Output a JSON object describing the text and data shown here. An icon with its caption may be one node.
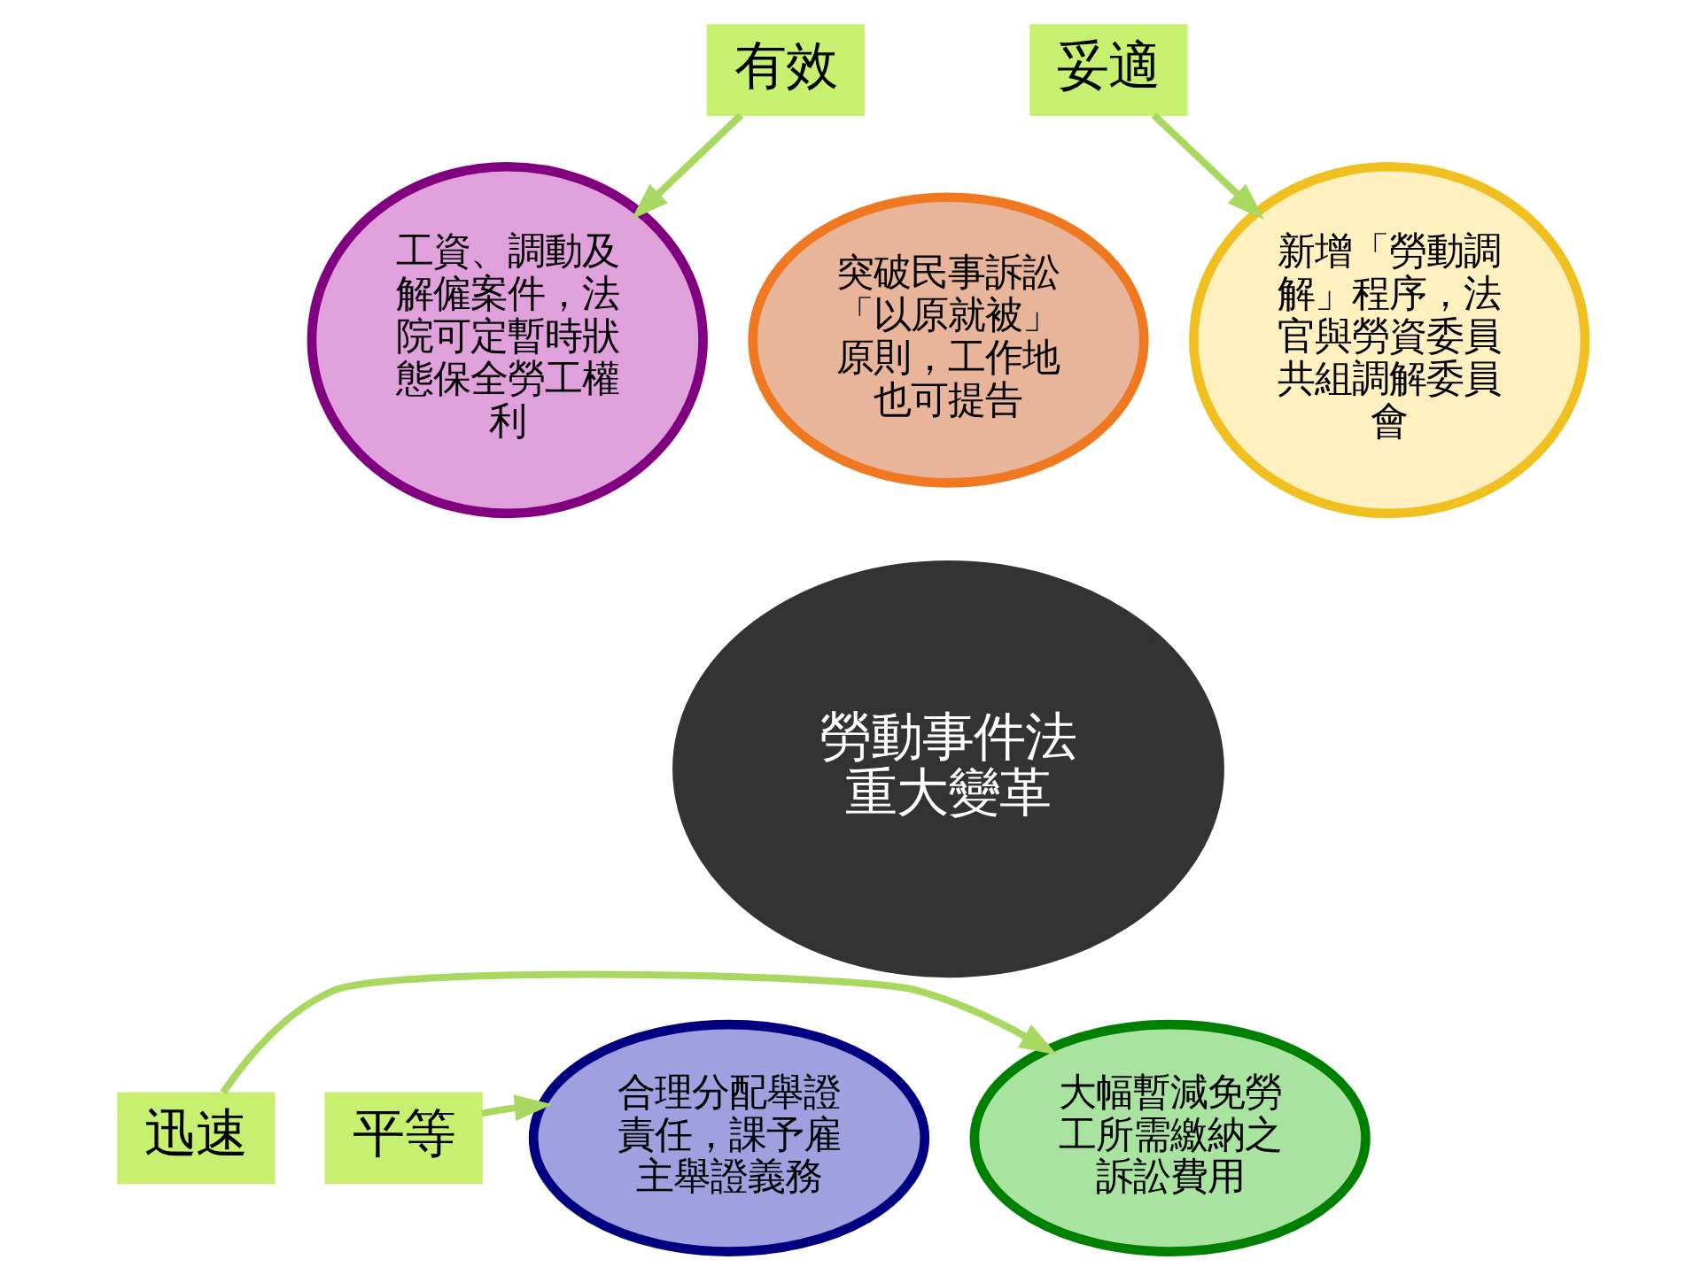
{
  "diagram": {
    "nodes": [
      {
        "text": [
          "勞動事件法重大變革"
        ]
      },
      {
        "text": [
          "突破民事訴訟「以原就被」原則，工作地也可提告"
        ]
      },
      {
        "text": [
          "工資、調動及解僱案件，法院可定暫時狀態保全勞工權利"
        ]
      },
      {
        "text": [
          "新增「勞動調解」程序，法官與勞資委員共組調解委員會"
        ]
      },
      {
        "text": [
          "合理分配舉證責任，課予雇主舉證義務"
        ]
      },
      {
        "text": [
          "大幅暫減免勞工所需繳納之訴訟費用"
        ]
      },
      {
        "text": [
          "有效"
        ]
      },
      {
        "text": [
          "妥適"
        ]
      },
      {
        "text": [
          "平等"
        ]
      },
      {
        "text": [
          "迅速"
        ]
      }
    ],
    "edges": [
      {
        "from": 6,
        "to": 2,
        "arrow": "to"
      },
      {
        "from": 7,
        "to": 3,
        "arrow": "to"
      },
      {
        "from": 8,
        "to": 4,
        "arrow": "to"
      },
      {
        "from": 9,
        "to": 5,
        "arrow": "to"
      }
    ]
  }
}
